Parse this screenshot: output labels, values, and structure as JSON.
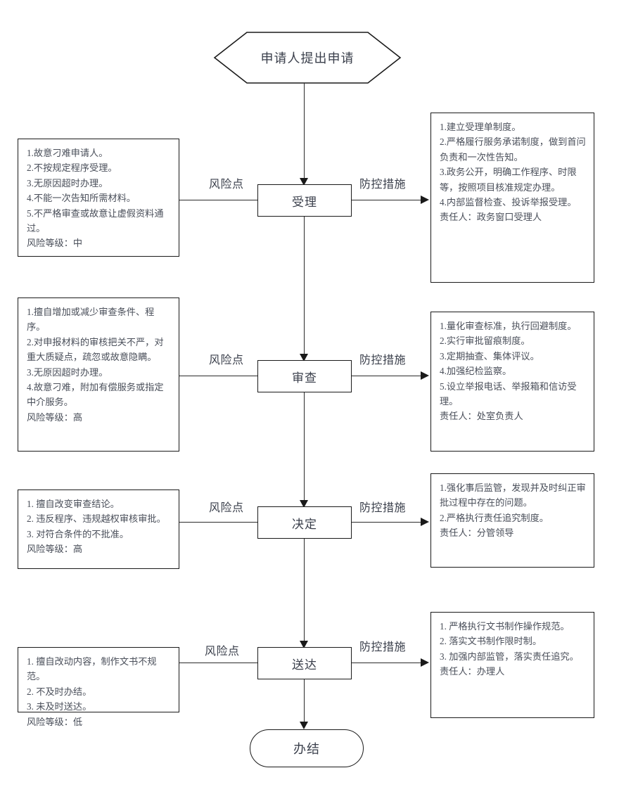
{
  "diagram": {
    "title_start": "申请人提出申请",
    "title_end": "办结",
    "edge_label_risk": "风险点",
    "edge_label_measure": "防控措施",
    "stages": [
      {
        "name": "受理",
        "risk_lines": [
          "1.故意刁难申请人。",
          "2.不按规定程序受理。",
          "3.无原因超时办理。",
          "4.不能一次告知所需材料。",
          "5.不严格审查或故意让虚假资料通过。",
          "风险等级：中"
        ],
        "risk_level": "中",
        "measure_lines": [
          "1.建立受理单制度。",
          "2.严格履行服务承诺制度，做到首问负责和一次性告知。",
          "3.政务公开，明确工作程序、时限等，按照项目核准规定办理。",
          "4.内部监督检查、投诉举报受理。",
          "责任人：政务窗口受理人"
        ],
        "responsible": "政务窗口受理人"
      },
      {
        "name": "审查",
        "risk_lines": [
          "1.擅自增加或减少审查条件、程序。",
          "2.对申报材料的审核把关不严，对重大质疑点，疏忽或故意隐瞒。",
          "3.无原因超时办理。",
          "4.故意刁难，附加有偿服务或指定中介服务。",
          "风险等级：高"
        ],
        "risk_level": "高",
        "measure_lines": [
          "1.量化审查标准，执行回避制度。",
          "2.实行审批留痕制度。",
          "3.定期抽查、集体评议。",
          "4.加强纪检监察。",
          "5.设立举报电话、举报箱和信访受理。",
          "责任人：处室负责人"
        ],
        "responsible": "处室负责人"
      },
      {
        "name": "决定",
        "risk_lines": [
          "1. 擅自改变审查结论。",
          "2. 违反程序、违规越权审核审批。",
          "3. 对符合条件的不批准。",
          "风险等级：高"
        ],
        "risk_level": "高",
        "measure_lines": [
          "1.强化事后监管，发现并及时纠正审批过程中存在的问题。",
          "2.严格执行责任追究制度。",
          "责任人：分管领导"
        ],
        "responsible": "分管领导"
      },
      {
        "name": "送达",
        "risk_lines": [
          "1. 擅自改动内容，制作文书不规范。",
          "2. 不及时办结。",
          "3. 未及时送达。",
          "风险等级：低"
        ],
        "risk_level": "低",
        "measure_lines": [
          "1. 严格执行文书制作操作规范。",
          "2. 落实文书制作限时制。",
          "3. 加强内部监管，落实责任追究。",
          "责任人：办理人"
        ],
        "responsible": "办理人"
      }
    ]
  }
}
